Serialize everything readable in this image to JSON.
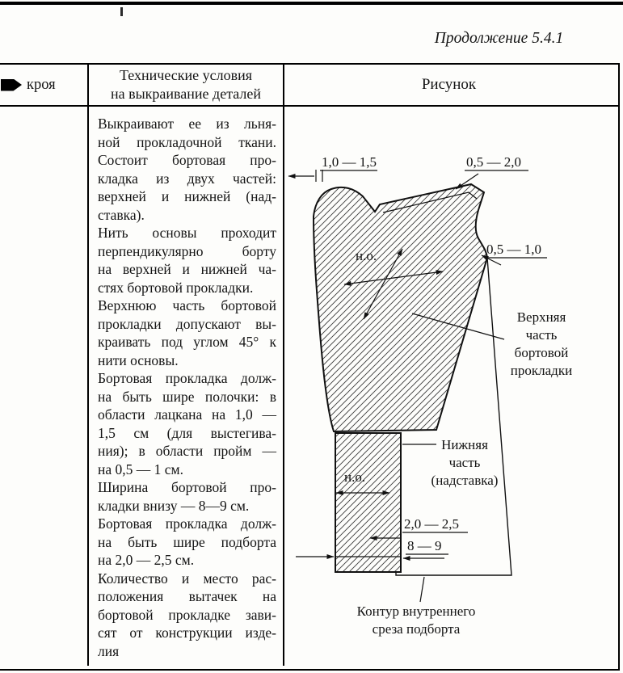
{
  "page": {
    "continuation_title": "Продолжение 5.4.1"
  },
  "table": {
    "header": {
      "col_cut": "кроя",
      "col_conditions_line1": "Технические условия",
      "col_conditions_line2": "на выкраивание деталей",
      "col_figure": "Рисунок"
    },
    "conditions": {
      "paragraphs": [
        [
          "Выкраивают ее из льня-",
          "ной прокладочной ткани.",
          "Состоит бортовая про-",
          "кладка из двух частей:",
          "верхней и нижней (над-",
          "ставка)."
        ],
        [
          "Нить основы проходит",
          "перпендикулярно борту",
          "на верхней и нижней ча-",
          "стях бортовой прокладки."
        ],
        [
          "Верхнюю часть бортовой",
          "прокладки допускают вы-",
          "краивать под углом 45° к",
          "нити основы."
        ],
        [
          "Бортовая прокладка долж-",
          "на быть шире полочки: в",
          "области лацкана на 1,0 —",
          "1,5 см (для выстегива-",
          "ния); в области пройм —",
          "на 0,5 — 1 см."
        ],
        [
          "Ширина бортовой про-",
          "кладки внизу — 8—9 см."
        ],
        [
          "Бортовая прокладка долж-",
          "на быть шире подборта",
          "на 2,0 — 2,5 см."
        ],
        [
          "Количество и место рас-",
          "положения вытачек на",
          "бортовой прокладке зави-",
          "сят от конструкции изде-",
          "лия"
        ]
      ]
    }
  },
  "figure": {
    "dim_top_left": "1,0 — 1,5",
    "dim_top_right": "0,5 — 2,0",
    "dim_right": "0,5 — 1,0",
    "grain_upper": "н.о.",
    "grain_lower": "н.о.",
    "dim_board_width": "2,0 — 2,5",
    "dim_bottom_width": "8 — 9",
    "upper_part_label": [
      "Верхняя",
      "часть",
      "бортовой",
      "прокладки"
    ],
    "lower_part_label": [
      "Нижняя",
      "часть",
      "(надставка)"
    ],
    "caption": [
      "Контур внутреннего",
      "среза подборта"
    ]
  }
}
